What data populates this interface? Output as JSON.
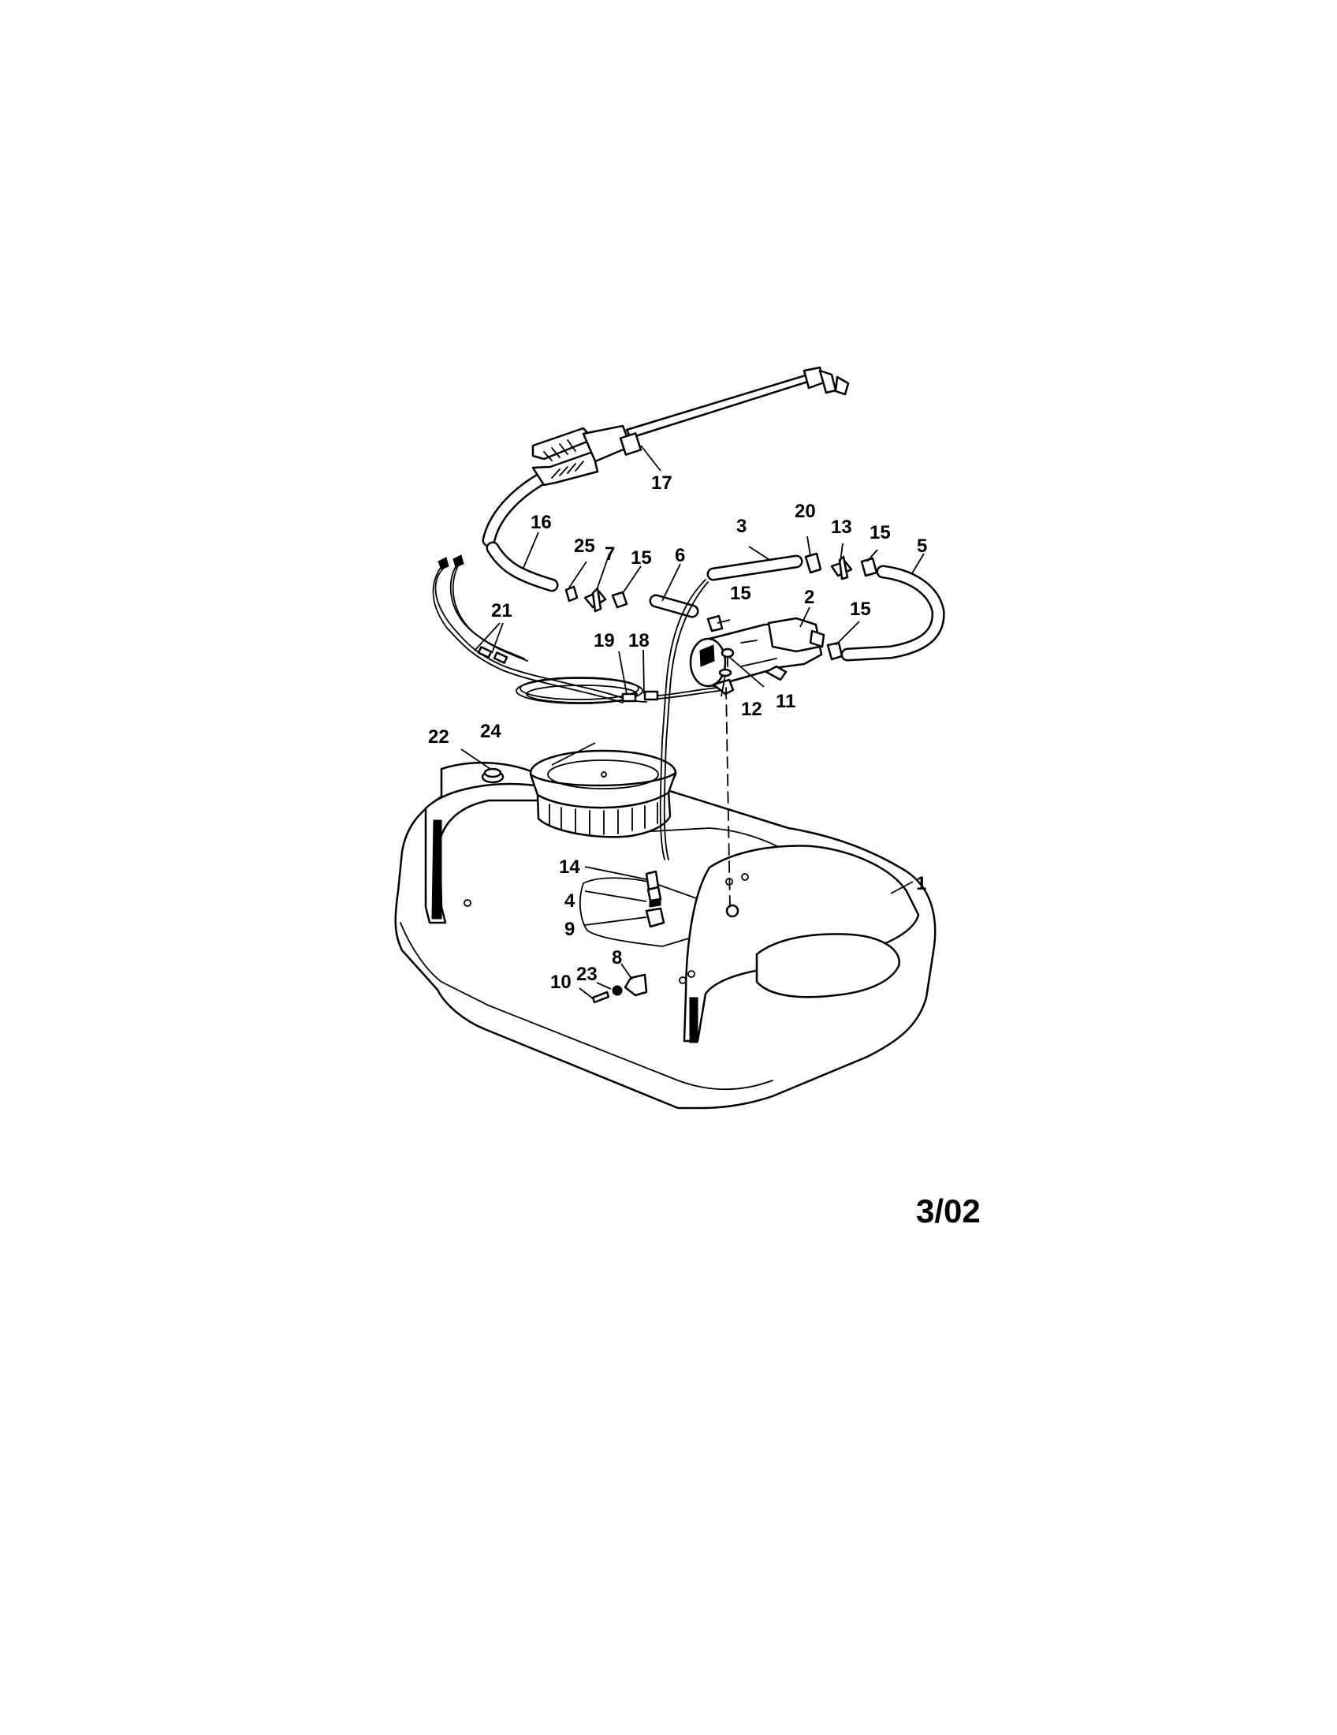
{
  "diagram": {
    "callouts": [
      {
        "id": "c1",
        "label": "1"
      },
      {
        "id": "c2",
        "label": "2"
      },
      {
        "id": "c3",
        "label": "3"
      },
      {
        "id": "c4",
        "label": "4"
      },
      {
        "id": "c5",
        "label": "5"
      },
      {
        "id": "c6",
        "label": "6"
      },
      {
        "id": "c7",
        "label": "7"
      },
      {
        "id": "c8",
        "label": "8"
      },
      {
        "id": "c9",
        "label": "9"
      },
      {
        "id": "c10",
        "label": "10"
      },
      {
        "id": "c11",
        "label": "11"
      },
      {
        "id": "c12",
        "label": "12"
      },
      {
        "id": "c13",
        "label": "13"
      },
      {
        "id": "c14",
        "label": "14"
      },
      {
        "id": "c15a",
        "label": "15"
      },
      {
        "id": "c15b",
        "label": "15"
      },
      {
        "id": "c15c",
        "label": "15"
      },
      {
        "id": "c15d",
        "label": "15"
      },
      {
        "id": "c16",
        "label": "16"
      },
      {
        "id": "c17",
        "label": "17"
      },
      {
        "id": "c18",
        "label": "18"
      },
      {
        "id": "c19",
        "label": "19"
      },
      {
        "id": "c20",
        "label": "20"
      },
      {
        "id": "c21",
        "label": "21"
      },
      {
        "id": "c22",
        "label": "22"
      },
      {
        "id": "c23",
        "label": "23"
      },
      {
        "id": "c24",
        "label": "24"
      },
      {
        "id": "c25",
        "label": "25"
      }
    ],
    "date_code": "3/02"
  }
}
